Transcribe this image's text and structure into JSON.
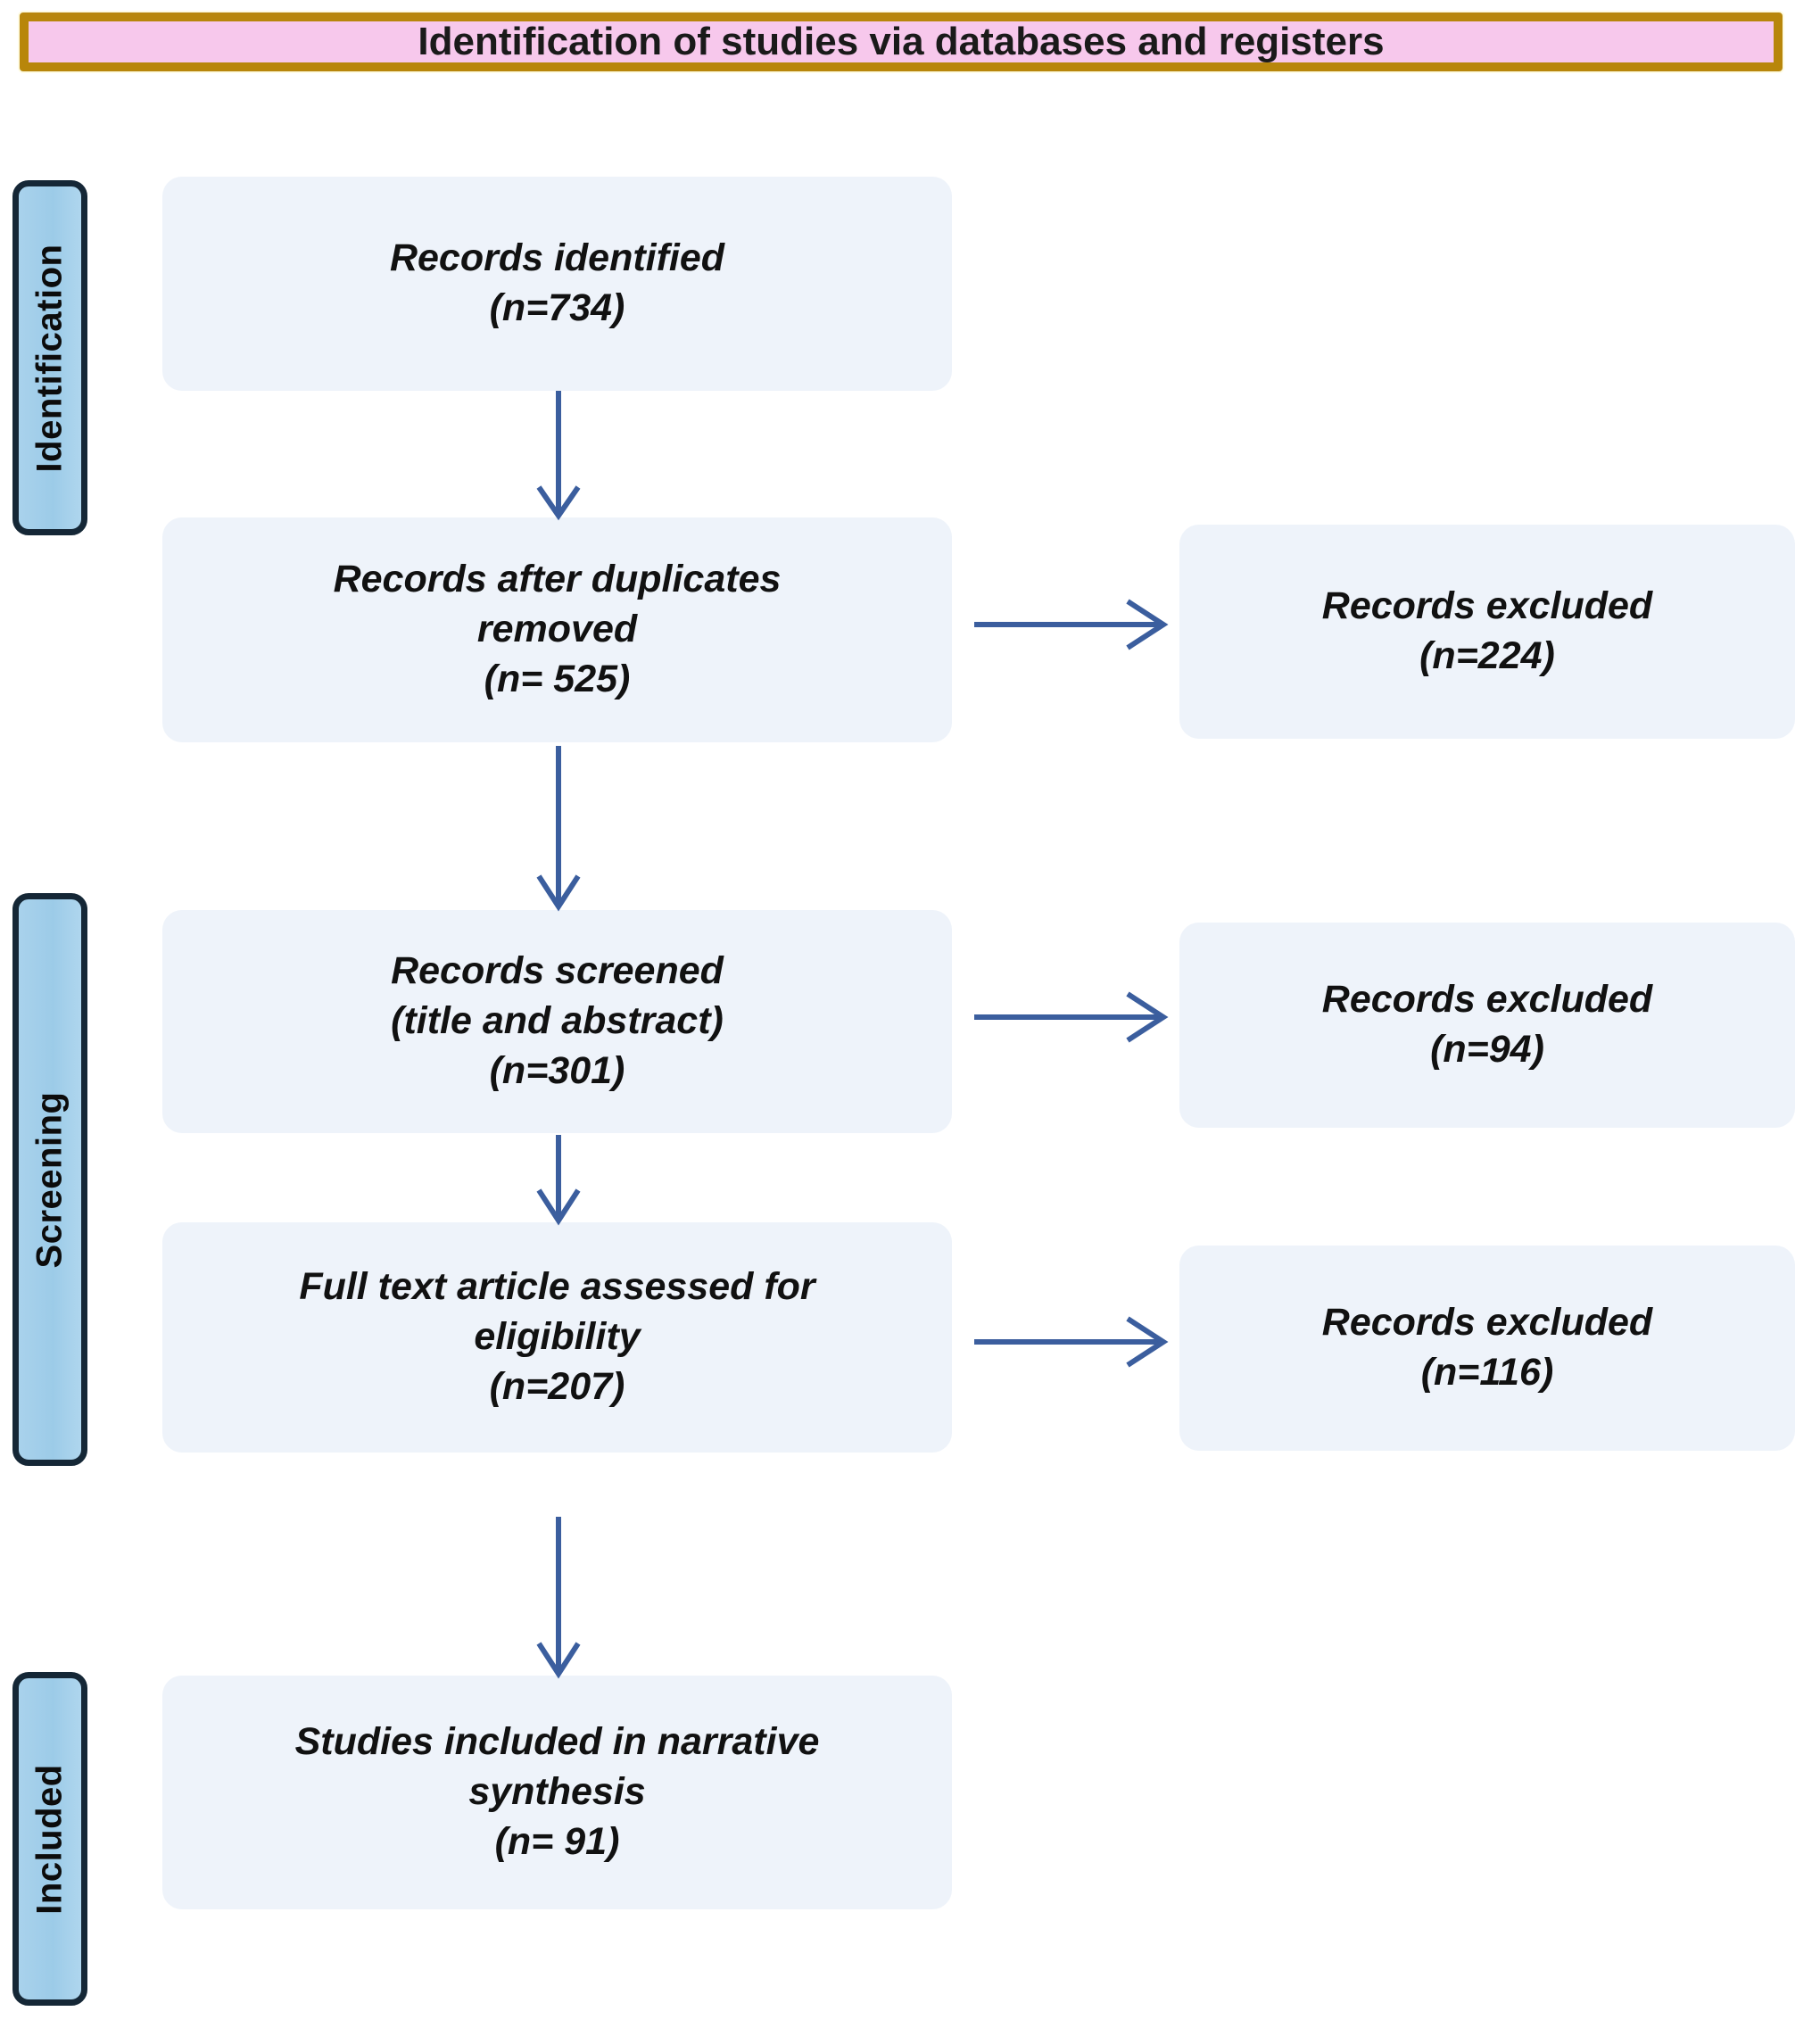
{
  "header": {
    "title": "Identification of studies via databases and registers",
    "border_color": "#B8860B",
    "fill_color": "#F7C8EC"
  },
  "colors": {
    "stage_pill_fill": "#9CCBE8",
    "stage_pill_border": "#152736",
    "box_fill": "#EEF3FA",
    "arrow": "#3B5E9E",
    "text": "#111111"
  },
  "stages": [
    {
      "label": "Identification"
    },
    {
      "label": "Screening"
    },
    {
      "label": "Included"
    }
  ],
  "flow_boxes": [
    {
      "name": "records-identified",
      "lines": [
        "Records identified",
        "(n=734)"
      ]
    },
    {
      "name": "records-after-duplicates-removed",
      "lines": [
        "Records after duplicates",
        "removed",
        "(n= 525)"
      ]
    },
    {
      "name": "records-screened",
      "lines": [
        "Records screened",
        "(title and abstract)",
        "(n=301)"
      ]
    },
    {
      "name": "full-text-assessed",
      "lines": [
        "Full text article assessed for",
        "eligibility",
        "(n=207)"
      ]
    },
    {
      "name": "studies-included",
      "lines": [
        "Studies included in narrative",
        "synthesis",
        "(n= 91)"
      ]
    }
  ],
  "exclusion_boxes": [
    {
      "name": "records-excluded-224",
      "lines": [
        "Records excluded",
        "(n=224)"
      ]
    },
    {
      "name": "records-excluded-94",
      "lines": [
        "Records excluded",
        "(n=94)"
      ]
    },
    {
      "name": "records-excluded-116",
      "lines": [
        "Records excluded",
        "(n=116)"
      ]
    }
  ],
  "chart_data": {
    "type": "diagram",
    "diagram_type": "PRISMA flow diagram",
    "title": "Identification of studies via databases and registers",
    "nodes": [
      {
        "id": "identified",
        "stage": "Identification",
        "label": "Records identified",
        "n": 734
      },
      {
        "id": "after_duplicates",
        "stage": "Identification",
        "label": "Records after duplicates removed",
        "n": 525
      },
      {
        "id": "excluded_1",
        "stage": "Identification",
        "label": "Records excluded",
        "n": 224
      },
      {
        "id": "screened",
        "stage": "Screening",
        "label": "Records screened (title and abstract)",
        "n": 301
      },
      {
        "id": "excluded_2",
        "stage": "Screening",
        "label": "Records excluded",
        "n": 94
      },
      {
        "id": "fulltext",
        "stage": "Screening",
        "label": "Full text article assessed for eligibility",
        "n": 207
      },
      {
        "id": "excluded_3",
        "stage": "Screening",
        "label": "Records excluded",
        "n": 116
      },
      {
        "id": "included",
        "stage": "Included",
        "label": "Studies included in narrative synthesis",
        "n": 91
      }
    ],
    "edges": [
      {
        "from": "identified",
        "to": "after_duplicates",
        "direction": "down"
      },
      {
        "from": "after_duplicates",
        "to": "excluded_1",
        "direction": "right"
      },
      {
        "from": "after_duplicates",
        "to": "screened",
        "direction": "down"
      },
      {
        "from": "screened",
        "to": "excluded_2",
        "direction": "right"
      },
      {
        "from": "screened",
        "to": "fulltext",
        "direction": "down"
      },
      {
        "from": "fulltext",
        "to": "excluded_3",
        "direction": "right"
      },
      {
        "from": "fulltext",
        "to": "included",
        "direction": "down"
      }
    ]
  }
}
